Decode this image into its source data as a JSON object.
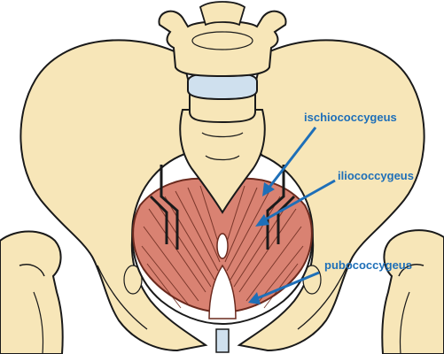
{
  "colors": {
    "bone_fill": "#F7E6B8",
    "bone_stroke": "#1A1A1A",
    "muscle_fill": "#D98272",
    "muscle_stroke": "#6B2A1E",
    "disc_fill": "#CFE0EE",
    "label_color": "#1E6FB8",
    "arrow_color": "#1E6FB8",
    "background": "#FFFFFF"
  },
  "labels": {
    "ischiococcygeus": "ischiococcygeus",
    "iliococcygeus": "iliococcygeus",
    "pubococcygeus": "pubococcygeus"
  }
}
